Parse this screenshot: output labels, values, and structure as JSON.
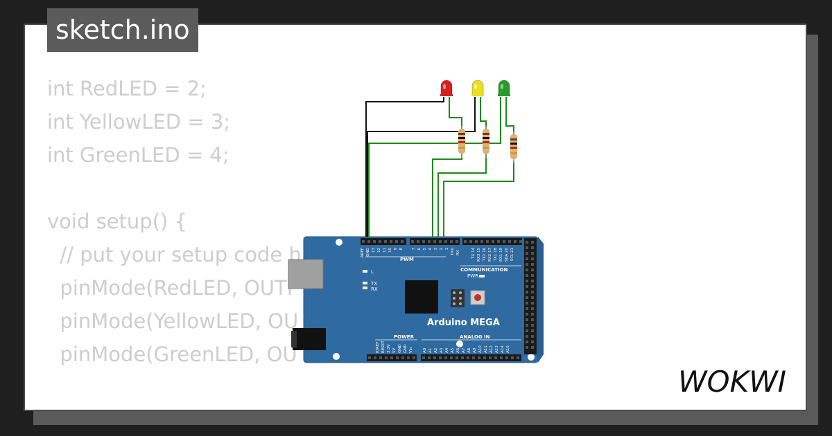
{
  "header": {
    "filename": "sketch.ino"
  },
  "code": {
    "lines": [
      "int RedLED = 2;",
      "int YellowLED = 3;",
      "int GreenLED = 4;",
      "",
      "void setup() {",
      "  // put your setup code h",
      "  pinMode(RedLED, OUTP",
      "  pinMode(YellowLED, OU",
      "  pinMode(GreenLED, OU",
      "",
      "}"
    ]
  },
  "board": {
    "name": "Arduino MEGA",
    "pwm_label": "PWM",
    "communication_label": "COMMUNICATION",
    "power_label": "POWER",
    "analog_label": "ANALOG IN",
    "pwr_label": "PWR",
    "led_l": "L",
    "led_tx": "TX",
    "led_rx": "RX",
    "top_pins_left": [
      "AREF",
      "GND",
      "13",
      "12",
      "11",
      "10",
      "9",
      "8"
    ],
    "top_pins_mid": [
      "7",
      "6",
      "5",
      "4",
      "3",
      "2",
      "1",
      "0"
    ],
    "top_pins_right": [
      "TX 14",
      "RX3 15",
      "TX2 16",
      "RX2 17",
      "TX1 18",
      "RX1 19",
      "SDA 20",
      "SCL 21"
    ],
    "tx_rx": [
      "TX",
      "RX"
    ],
    "power_pins": [
      "IOREF",
      "RESET",
      "3.3V",
      "5V",
      "GND",
      "GND",
      "Vin"
    ],
    "analog_pins": [
      "A0",
      "A1",
      "A2",
      "A3",
      "A4",
      "A5",
      "A6",
      "A7",
      "A8",
      "A9",
      "A10",
      "A11",
      "A12",
      "A13",
      "A14",
      "A15"
    ]
  },
  "leds": [
    {
      "color": "red",
      "hex": "#d92020"
    },
    {
      "color": "yellow",
      "hex": "#e8e020"
    },
    {
      "color": "green",
      "hex": "#2a9a2a"
    }
  ],
  "colors": {
    "background": "#1f1f1f",
    "card": "#ffffff",
    "badge": "#5b5b5b",
    "code_text": "#cdcdcd",
    "board_blue": "#2f6aa0",
    "wire_black": "#111111",
    "wire_green": "#1b8a1b"
  },
  "brand": {
    "logo_text": "WOKWI"
  }
}
